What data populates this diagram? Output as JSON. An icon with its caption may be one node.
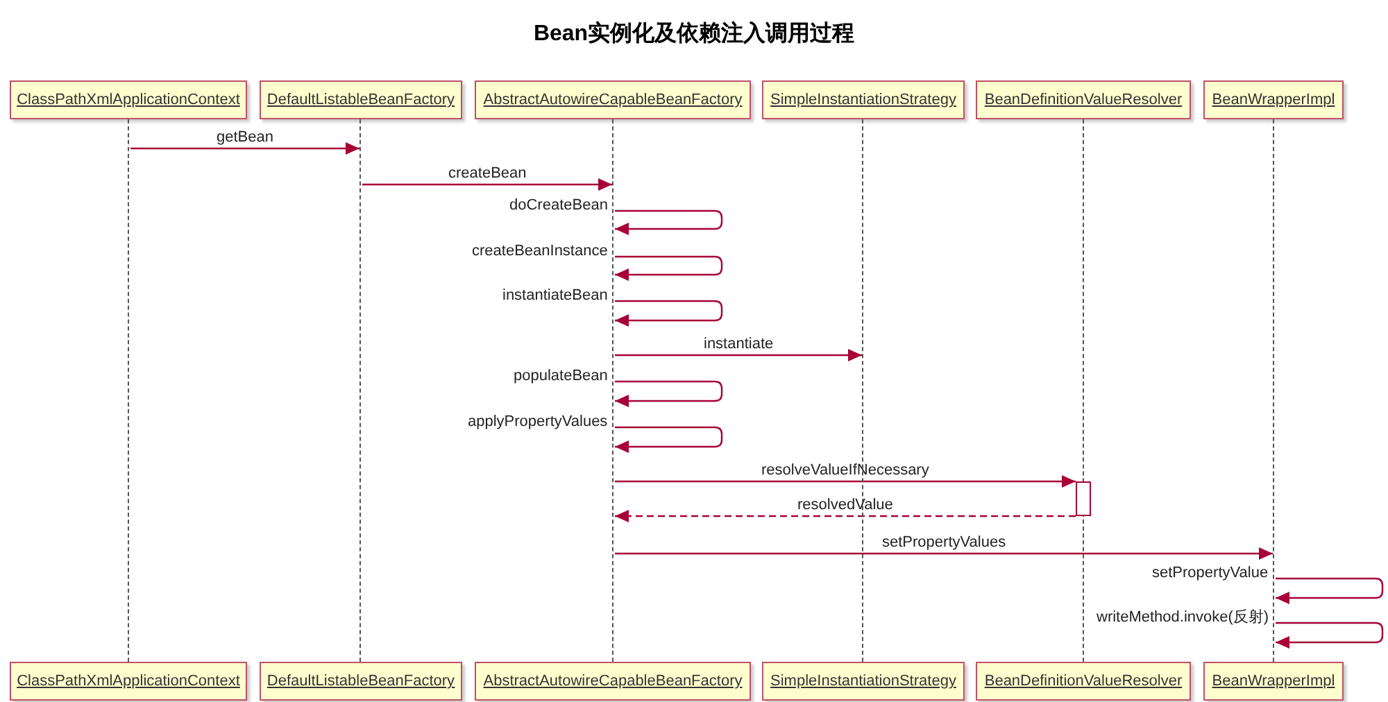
{
  "diagram": {
    "title": "Bean实例化及依赖注入调用过程",
    "nodes": [
      {
        "text": [
          "ClassPathXmlApplicationContext"
        ]
      },
      {
        "text": [
          "DefaultListableBeanFactory"
        ]
      },
      {
        "text": [
          "AbstractAutowireCapableBeanFactory"
        ]
      },
      {
        "text": [
          "SimpleInstantiationStrategy"
        ]
      },
      {
        "text": [
          "BeanDefinitionValueResolver"
        ]
      },
      {
        "text": [
          "BeanWrapperImpl"
        ]
      },
      {
        "text": [],
        "shape": "line"
      },
      {
        "text": [],
        "shape": "line"
      },
      {
        "text": [],
        "shape": "line"
      },
      {
        "text": [],
        "shape": "line"
      },
      {
        "text": [],
        "shape": "line"
      },
      {
        "text": [],
        "shape": "line"
      },
      {
        "text": [],
        "shape": "bar"
      },
      {
        "text": [
          "ClassPathXmlApplicationContext"
        ]
      },
      {
        "text": [
          "DefaultListableBeanFactory"
        ]
      },
      {
        "text": [
          "AbstractAutowireCapableBeanFactory"
        ]
      },
      {
        "text": [
          "SimpleInstantiationStrategy"
        ]
      },
      {
        "text": [
          "BeanDefinitionValueResolver"
        ]
      },
      {
        "text": [
          "BeanWrapperImpl"
        ]
      }
    ],
    "edges": [
      {
        "from": 6,
        "to": 7,
        "arrow": "to",
        "label": "getBean"
      },
      {
        "from": 7,
        "to": 8,
        "arrow": "to",
        "label": "createBean"
      },
      {
        "from": 8,
        "to": 8,
        "arrow": "to",
        "label": "doCreateBean"
      },
      {
        "from": 8,
        "to": 8,
        "arrow": "to",
        "label": "createBeanInstance"
      },
      {
        "from": 8,
        "to": 8,
        "arrow": "to",
        "label": "instantiateBean"
      },
      {
        "from": 8,
        "to": 9,
        "arrow": "to",
        "label": "instantiate"
      },
      {
        "from": 8,
        "to": 8,
        "arrow": "to",
        "label": "populateBean"
      },
      {
        "from": 8,
        "to": 8,
        "arrow": "to",
        "label": "applyPropertyValues"
      },
      {
        "from": 8,
        "to": 12,
        "arrow": "to",
        "label": "resolveValueIfNecessary"
      },
      {
        "from": 12,
        "to": 8,
        "arrow": "to",
        "label": "resolvedValue",
        "style": "dashed"
      },
      {
        "from": 8,
        "to": 11,
        "arrow": "to",
        "label": "setPropertyValues"
      },
      {
        "from": 11,
        "to": 11,
        "arrow": "to",
        "label": "setPropertyValue"
      },
      {
        "from": 11,
        "to": 11,
        "arrow": "to",
        "label": "writeMethod.invoke(反射)"
      }
    ]
  }
}
